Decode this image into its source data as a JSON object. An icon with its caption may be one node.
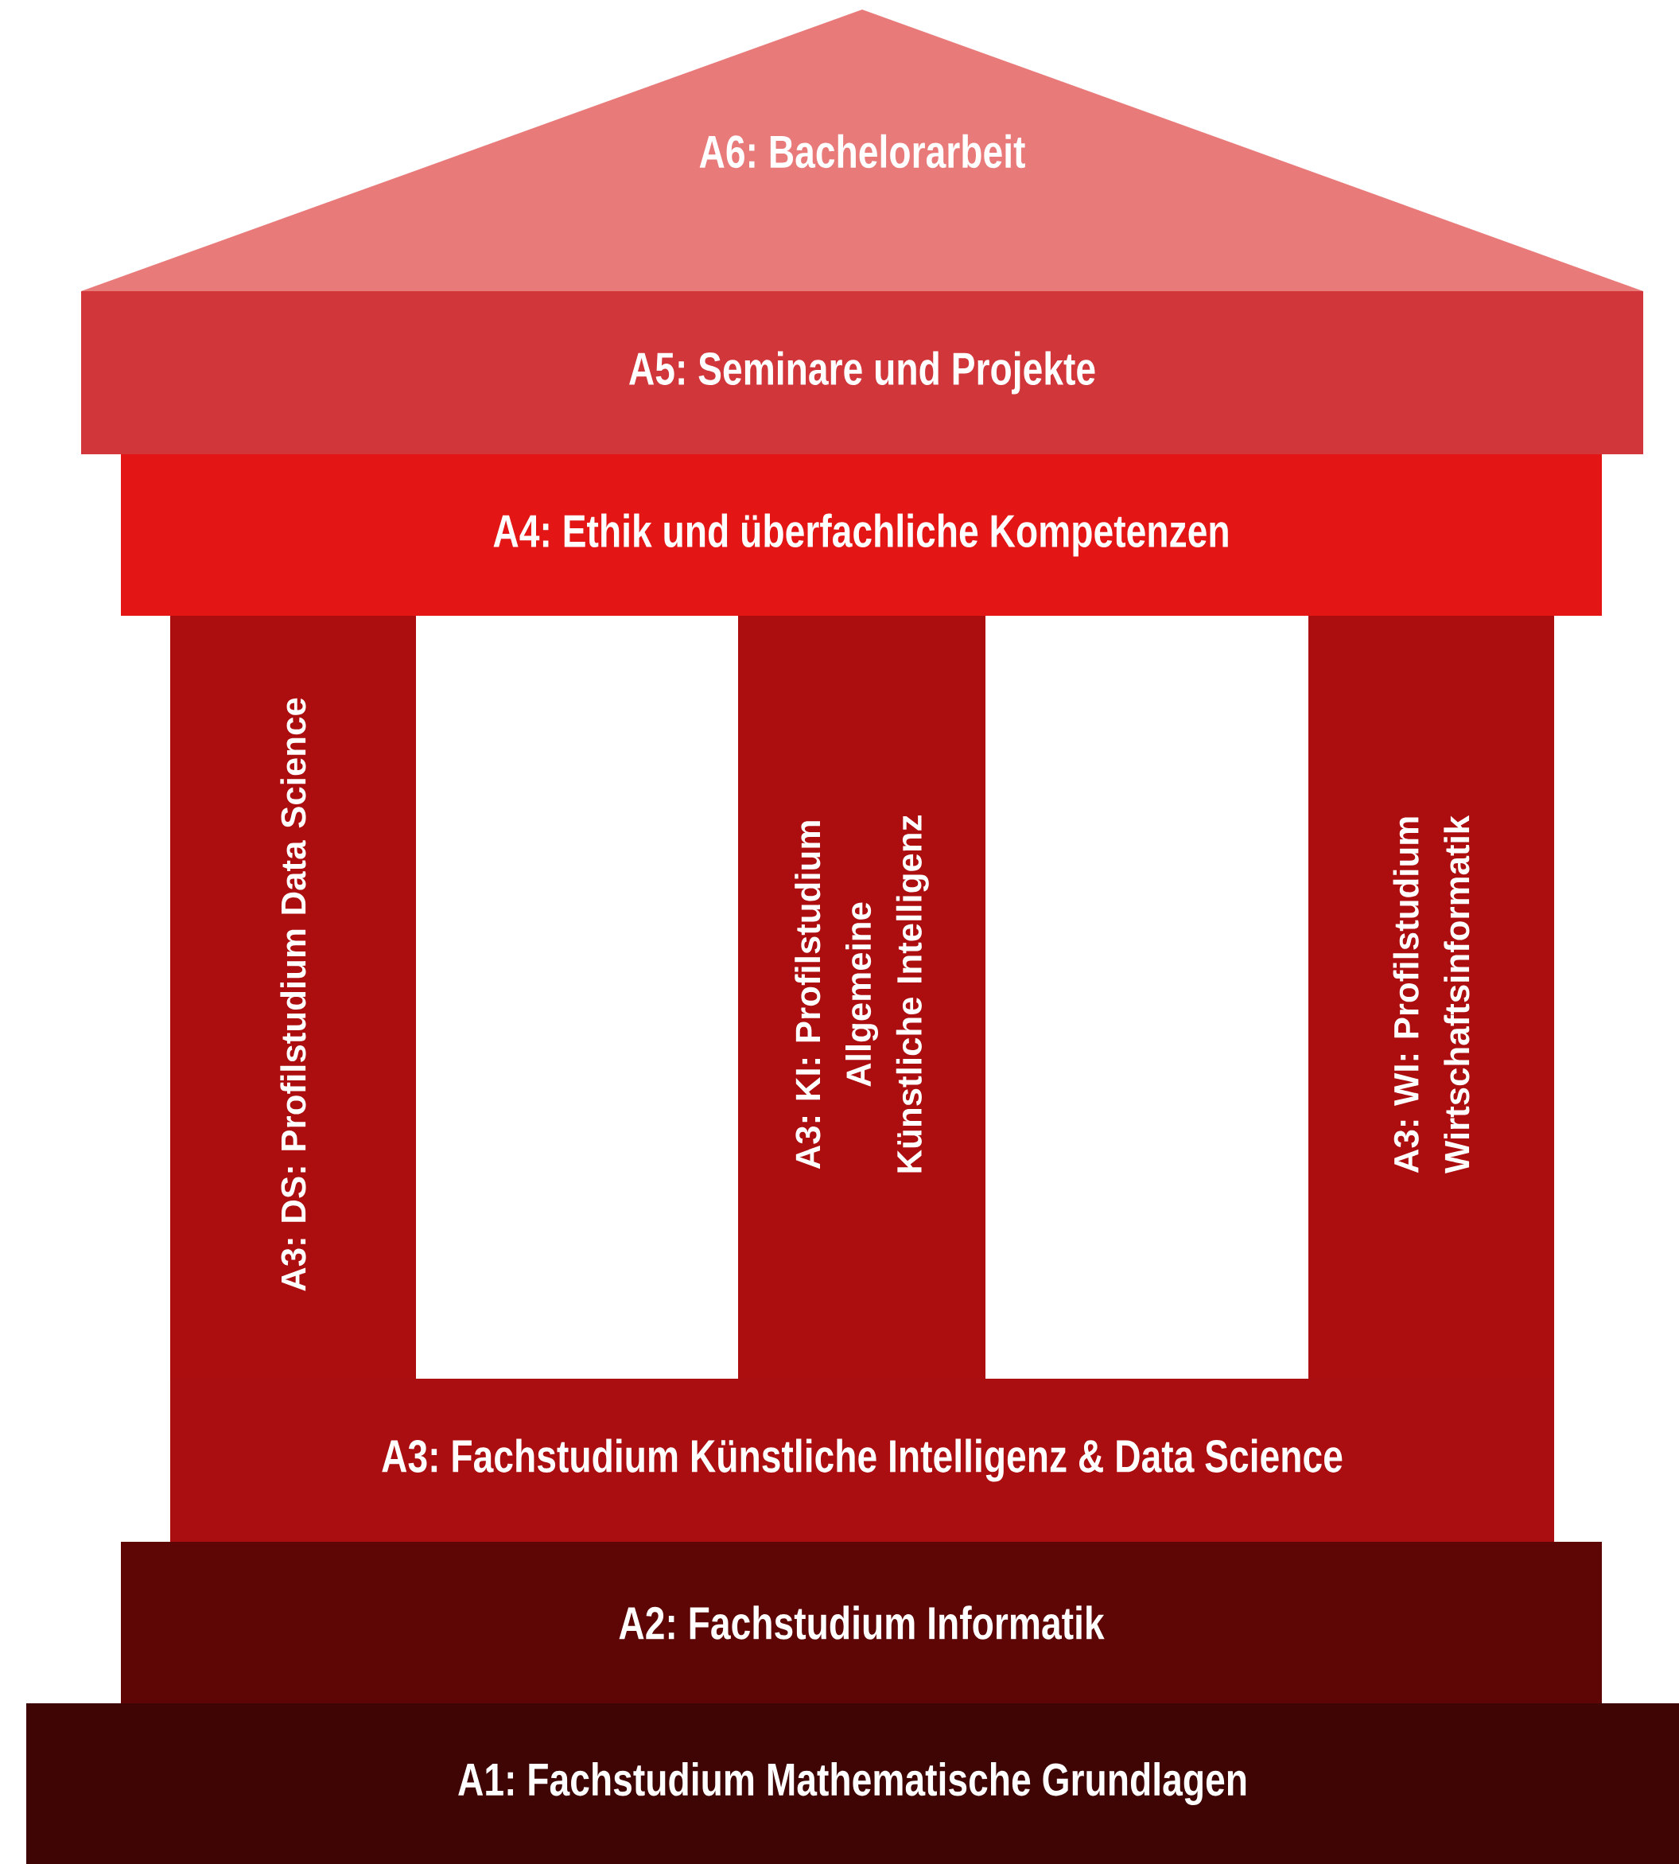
{
  "diagram": {
    "nodes": [
      {
        "text": [
          "A6: Bachelorarbeit"
        ]
      },
      {
        "text": [
          "A5: Seminare und Projekte"
        ]
      },
      {
        "text": [
          "A4:  Ethik und überfachliche Kompetenzen"
        ]
      },
      {
        "text": [
          "A3: DS: Profilstudium Data Science"
        ]
      },
      {
        "text": [
          "A3: KI: Profilstudium Allgemeine Künstliche Intelligenz"
        ]
      },
      {
        "text": [
          "A3: WI: Profilstudium Wirtschaftsinformatik"
        ]
      },
      {
        "text": [
          "A3: Fachstudium Künstliche Intelligenz & Data Science"
        ]
      },
      {
        "text": [
          "A2: Fachstudium Informatik"
        ]
      },
      {
        "text": [
          "A1:  Fachstudium Mathematische Grundlagen"
        ]
      }
    ]
  }
}
